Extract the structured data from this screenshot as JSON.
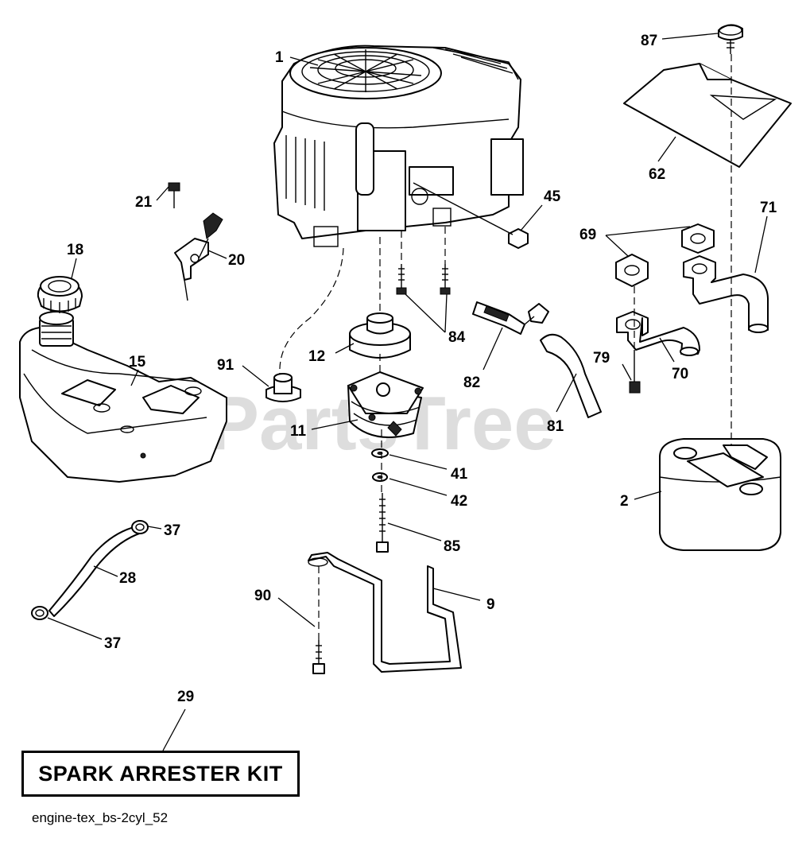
{
  "watermark": "PartsTree",
  "kit_label": "SPARK ARRESTER KIT",
  "diagram_id": "engine-tex_bs-2cyl_52",
  "parts": [
    {
      "key": "engine",
      "number": "1"
    },
    {
      "key": "muffler",
      "number": "2"
    },
    {
      "key": "guard-rod",
      "number": "9"
    },
    {
      "key": "pto-clutch",
      "number": "11"
    },
    {
      "key": "pulley",
      "number": "12"
    },
    {
      "key": "fuel-tank",
      "number": "15"
    },
    {
      "key": "fuel-cap",
      "number": "18"
    },
    {
      "key": "throttle-bracket",
      "number": "20"
    },
    {
      "key": "screw-21",
      "number": "21"
    },
    {
      "key": "fuel-hose",
      "number": "28"
    },
    {
      "key": "spark-arrester-kit",
      "number": "29"
    },
    {
      "key": "hose-clamp-top",
      "number": "37"
    },
    {
      "key": "hose-clamp-bottom",
      "number": "37"
    },
    {
      "key": "washer-41",
      "number": "41"
    },
    {
      "key": "lock-washer-42",
      "number": "42"
    },
    {
      "key": "nut-45",
      "number": "45"
    },
    {
      "key": "heat-shield",
      "number": "62"
    },
    {
      "key": "gaskets",
      "number": "69"
    },
    {
      "key": "exhaust-pipe-left",
      "number": "70"
    },
    {
      "key": "exhaust-pipe-right",
      "number": "71"
    },
    {
      "key": "bolt-79",
      "number": "79"
    },
    {
      "key": "drain-hose",
      "number": "81"
    },
    {
      "key": "drain-valve",
      "number": "82"
    },
    {
      "key": "bolts-84",
      "number": "84"
    },
    {
      "key": "bolt-85",
      "number": "85"
    },
    {
      "key": "screw-87",
      "number": "87"
    },
    {
      "key": "bolt-90",
      "number": "90"
    },
    {
      "key": "spacer-91",
      "number": "91"
    }
  ]
}
